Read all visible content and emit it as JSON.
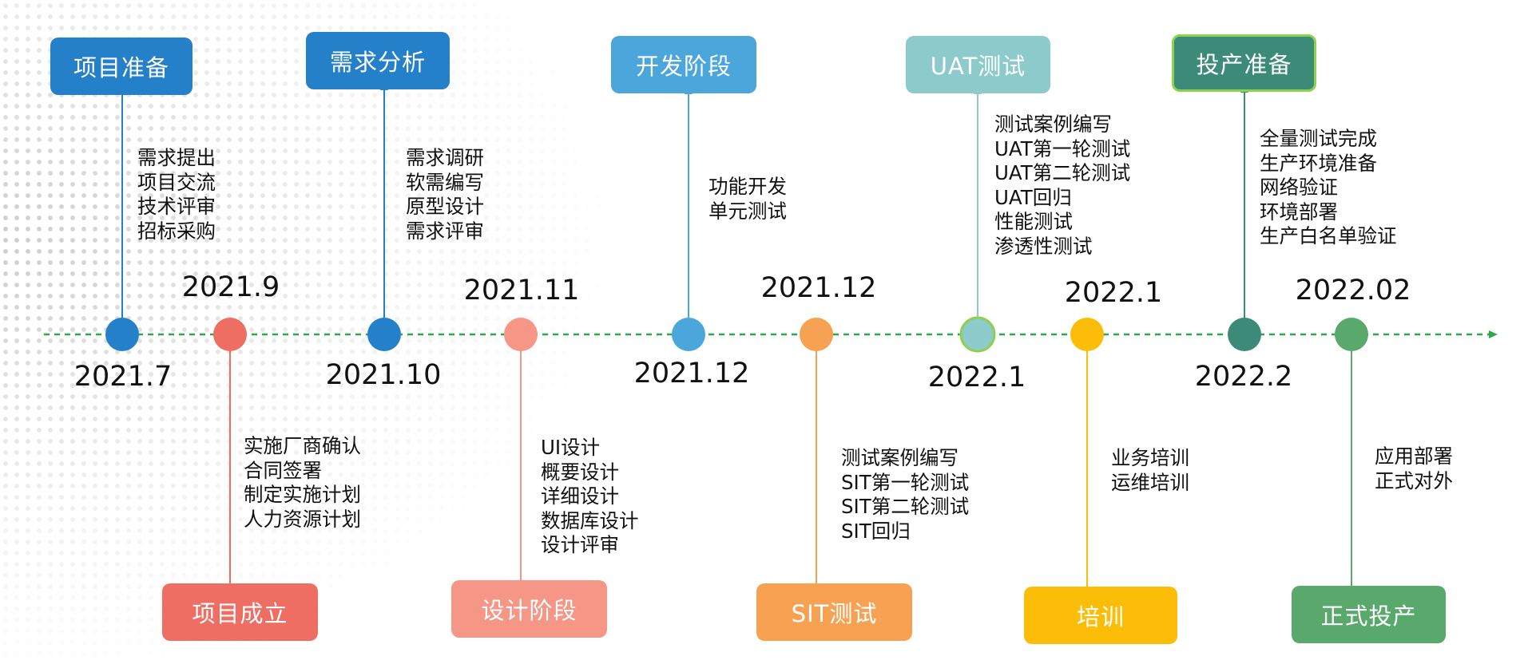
{
  "colors": {
    "axis": "#2ca84a",
    "blue": "#2481c9",
    "red": "#ef6e64",
    "salmon": "#f59686",
    "sky": "#4ba6dc",
    "orange": "#f7a252",
    "teal_light": "#8dcacb",
    "yellow": "#fbbd08",
    "teal_dark": "#3b8b78",
    "green": "#5aa96c"
  },
  "milestones": [
    {
      "id": "m1",
      "date": "2021.7",
      "phase": "项目准备",
      "color": "#2481c9",
      "tasks": [
        "需求提出",
        "项目交流",
        "技术评审",
        "招标采购"
      ]
    },
    {
      "id": "m2",
      "date": "2021.9",
      "phase": "项目成立",
      "color": "#ef6e64",
      "tasks": [
        "实施厂商确认",
        "合同签署",
        "制定实施计划",
        "人力资源计划"
      ]
    },
    {
      "id": "m3",
      "date": "2021.10",
      "phase": "需求分析",
      "color": "#2481c9",
      "tasks": [
        "需求调研",
        "软需编写",
        "原型设计",
        "需求评审"
      ]
    },
    {
      "id": "m4",
      "date": "2021.11",
      "phase": "设计阶段",
      "color": "#f59686",
      "tasks": [
        "UI设计",
        "概要设计",
        "详细设计",
        "数据库设计",
        "设计评审"
      ]
    },
    {
      "id": "m5",
      "date": "2021.12",
      "phase": "开发阶段",
      "color": "#4ba6dc",
      "tasks": [
        "功能开发",
        "单元测试"
      ]
    },
    {
      "id": "m6",
      "date": "2021.12",
      "phase": "SIT测试",
      "color": "#f7a252",
      "tasks": [
        "测试案例编写",
        "SIT第一轮测试",
        "SIT第二轮测试",
        "SIT回归"
      ]
    },
    {
      "id": "m7",
      "date": "2022.1",
      "phase": "UAT测试",
      "color": "#8dcacb",
      "tasks": [
        "测试案例编写",
        "UAT第一轮测试",
        "UAT第二轮测试",
        "UAT回归",
        "性能测试",
        "渗透性测试"
      ]
    },
    {
      "id": "m8",
      "date": "2022.1",
      "phase": "培训",
      "color": "#fbbd08",
      "tasks": [
        "业务培训",
        "运维培训"
      ]
    },
    {
      "id": "m9",
      "date": "2022.2",
      "phase": "投产准备",
      "color": "#3b8b78",
      "tasks": [
        "全量测试完成",
        "生产环境准备",
        "网络验证",
        "环境部署",
        "生产白名单验证"
      ]
    },
    {
      "id": "m10",
      "date": "2022.02",
      "phase": "正式投产",
      "color": "#5aa96c",
      "tasks": [
        "应用部署",
        "正式对外"
      ]
    }
  ]
}
